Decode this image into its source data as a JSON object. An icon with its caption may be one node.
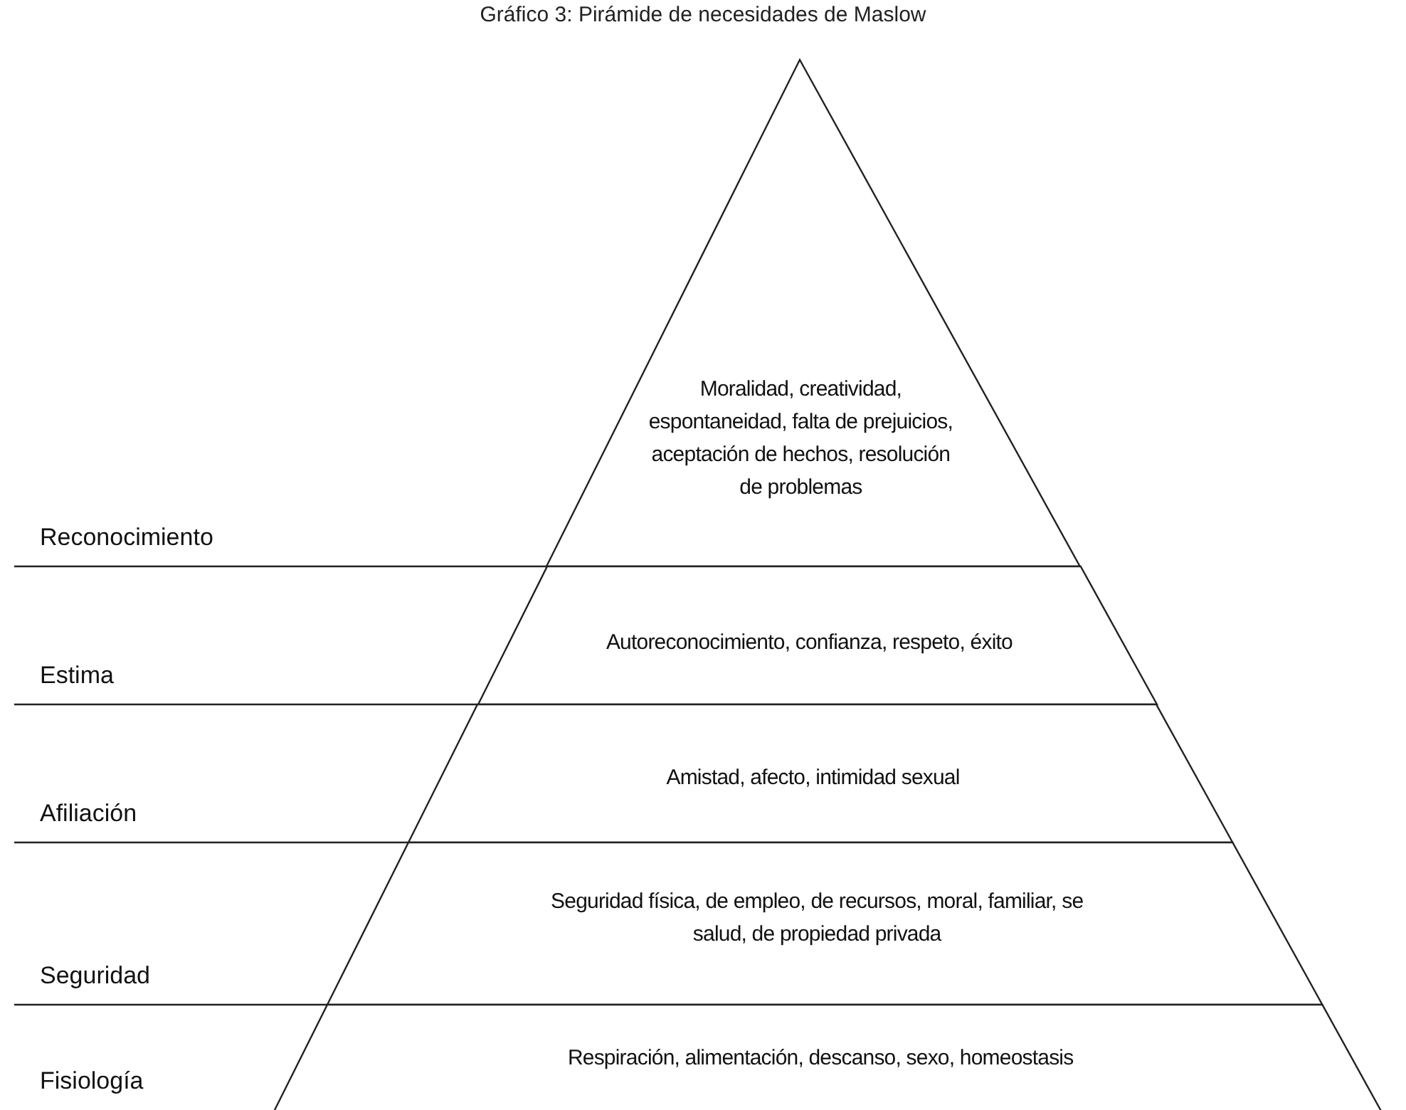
{
  "diagram": {
    "title": "Gráfico 3: Pirámide de necesidades de Maslow",
    "nodes": [
      {
        "text": [
          "Moralidad, creatividad, espontaneidad, falta de prejuicios, aceptación de hechos, resolución de problemas"
        ]
      },
      {
        "text": [
          "Autoreconocimiento, confianza, respeto, éxito"
        ]
      },
      {
        "text": [
          "Amistad, afecto, intimidad sexual"
        ]
      },
      {
        "text": [
          "Seguridad física, de empleo, de recursos, moral, familiar, se salud, de propiedad privada"
        ]
      },
      {
        "text": [
          "Respiración, alimentación, descanso, sexo, homeostasis"
        ]
      }
    ],
    "edges": [],
    "labels": [
      "Reconocimiento",
      "Estima",
      "Afiliación",
      "Seguridad",
      "Fisiología"
    ]
  }
}
